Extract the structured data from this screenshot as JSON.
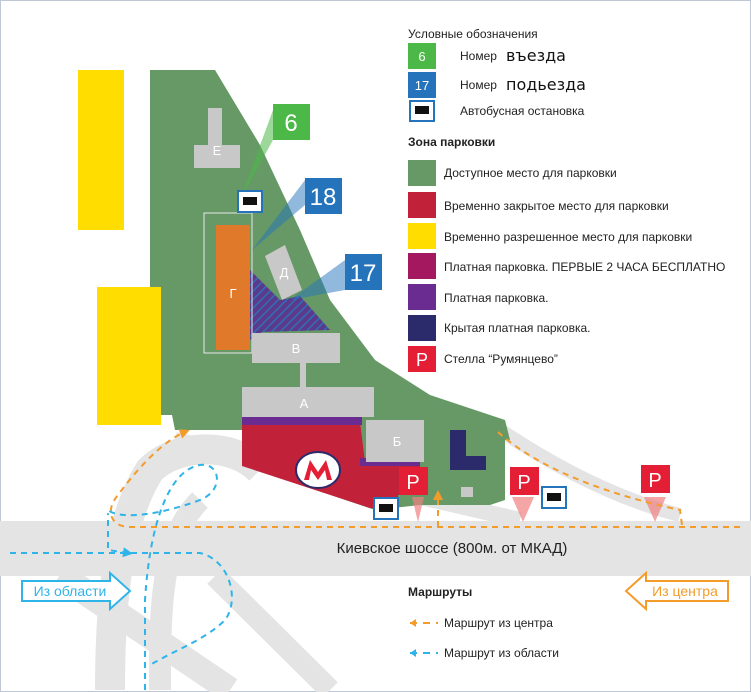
{
  "legend": {
    "title": "Условные обозначения",
    "entry_word": "Номер",
    "entry_suffix": "въезда",
    "entrance_word": "Номер",
    "entrance_suffix": "подьезда",
    "entry_sample": "6",
    "entrance_sample": "17",
    "bus_stop": "Автобусная остановка",
    "parking_zone_title": "Зона парковки",
    "zones": [
      {
        "label": "Доступное место для парковки",
        "color": "#669966"
      },
      {
        "label": "Временно закрытое место для парковки",
        "color": "#c2213a"
      },
      {
        "label": "Временно разрешенное место для парковки",
        "color": "#ffdd00"
      },
      {
        "label": "Платная парковка. ПЕРВЫЕ 2 ЧАСА БЕСПЛАТНО",
        "color": "#a3185f"
      },
      {
        "label": "Платная парковка.",
        "color": "#6a2c91"
      },
      {
        "label": "Крытая платная парковка.",
        "color": "#2b2a6b"
      },
      {
        "label": "Стелла “Румянцево”",
        "color": "#e31e35",
        "symbol": "P"
      }
    ]
  },
  "map": {
    "buildings": {
      "E": "Е",
      "G": "Г",
      "D": "Д",
      "V": "В",
      "A": "А",
      "B": "Б"
    },
    "entry_number": "6",
    "entrance_numbers": [
      "18",
      "17"
    ],
    "road_label": "Киевское шоссе (800м. от МКАД)",
    "from_region": "Из области",
    "from_center": "Из центра",
    "parking_symbol": "P"
  },
  "routes": {
    "title": "Маршруты",
    "items": [
      {
        "label": "Маршрут из центра",
        "color": "#f39c2c"
      },
      {
        "label": "Маршрут из области",
        "color": "#2fb4e9"
      }
    ]
  },
  "colors": {
    "green_zone": "#669966",
    "yellow_zone": "#ffdd00",
    "red_zone": "#c2213a",
    "orange_building": "#e07a2a",
    "grey_building": "#c8c8c8",
    "entry_green": "#4cb848",
    "entrance_blue": "#2473bb",
    "road": "#e4e4e4"
  }
}
